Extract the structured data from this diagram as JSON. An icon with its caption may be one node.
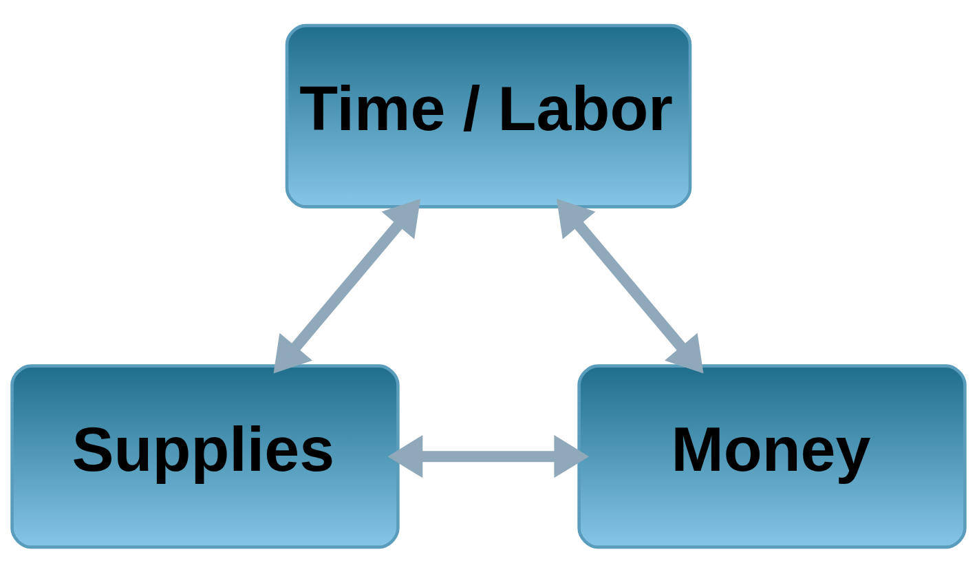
{
  "diagram": {
    "nodes": [
      {
        "text": [
          "Time / Labor"
        ]
      },
      {
        "text": [
          "Supplies"
        ]
      },
      {
        "text": [
          "Money"
        ]
      }
    ],
    "edges": [
      {
        "from": 0,
        "to": 1,
        "arrow": "both"
      },
      {
        "from": 0,
        "to": 2,
        "arrow": "both"
      },
      {
        "from": 1,
        "to": 2,
        "arrow": "both"
      }
    ]
  }
}
